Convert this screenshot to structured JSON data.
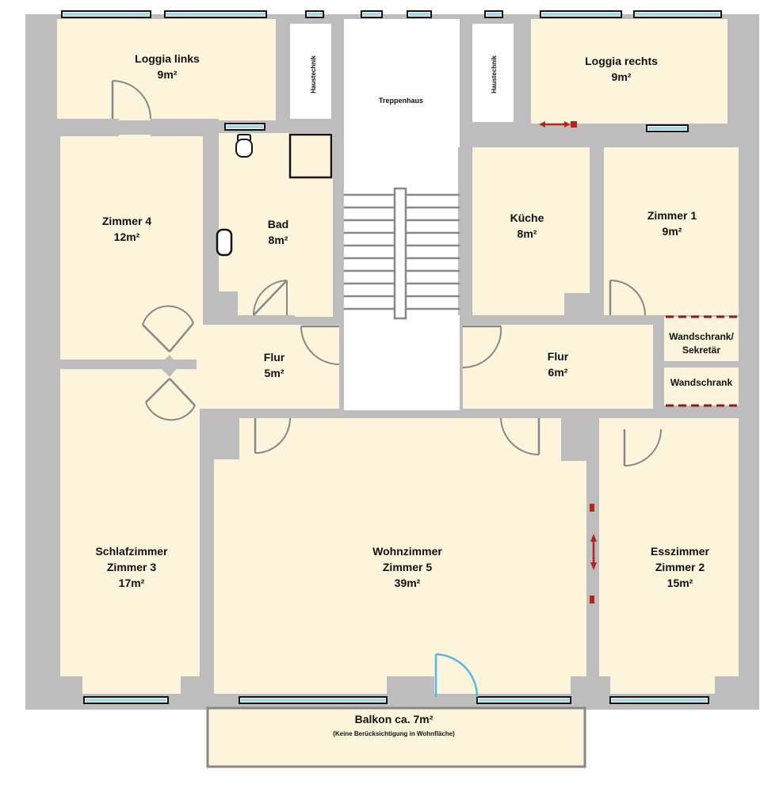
{
  "rooms": {
    "loggia_links": {
      "name": "Loggia links",
      "area": "9m²"
    },
    "loggia_rechts": {
      "name": "Loggia rechts",
      "area": "9m²"
    },
    "haustechnik_links": {
      "name": "Haustechnik"
    },
    "haustechnik_rechts": {
      "name": "Haustechnik"
    },
    "treppenhaus": {
      "name": "Treppenhaus"
    },
    "zimmer4": {
      "name": "Zimmer 4",
      "area": "12m²"
    },
    "bad": {
      "name": "Bad",
      "area": "8m²"
    },
    "kueche": {
      "name": "Küche",
      "area": "8m²"
    },
    "zimmer1": {
      "name": "Zimmer 1",
      "area": "9m²"
    },
    "flur_links": {
      "name": "Flur",
      "area": "5m²"
    },
    "flur_rechts": {
      "name": "Flur",
      "area": "6m²"
    },
    "wandschrank_sekretaer": {
      "line1": "Wandschrank/",
      "line2": "Sekretär"
    },
    "wandschrank": {
      "name": "Wandschrank"
    },
    "schlafzimmer": {
      "line1": "Schlafzimmer",
      "line2": "Zimmer 3",
      "area": "17m²"
    },
    "wohnzimmer": {
      "line1": "Wohnzimmer",
      "line2": "Zimmer 5",
      "area": "39m²"
    },
    "esszimmer": {
      "line1": "Esszimmer",
      "line2": "Zimmer 2",
      "area": "15m²"
    },
    "balkon": {
      "name": "Balkon ca. 7m²",
      "note": "(Keine Berücksichtigung in Wohnfläche)"
    }
  },
  "colors": {
    "floor": "#fdf4dc",
    "wall": "#bdbdbd",
    "window": "#a9d6e6",
    "accent_red": "#8b1a2a",
    "balcony_door": "#5bb6e0"
  }
}
